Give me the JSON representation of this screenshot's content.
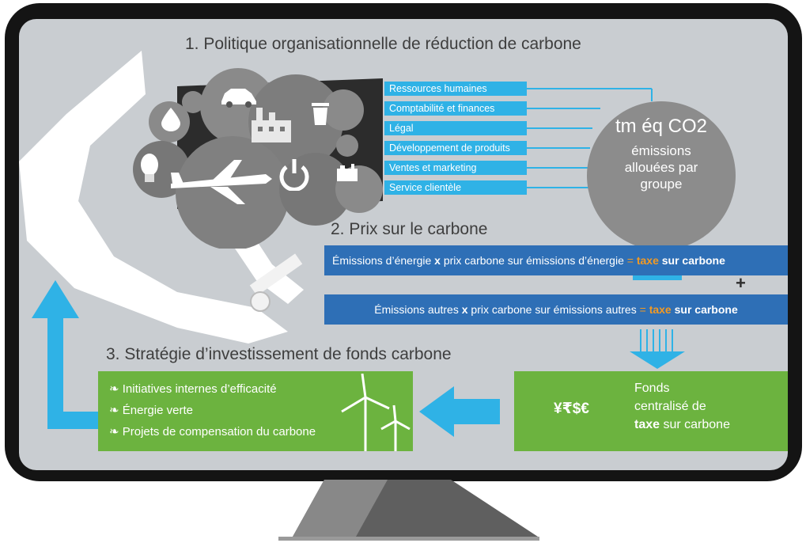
{
  "headings": {
    "policy": "1. Politique organisationnelle de réduction de carbone",
    "price": "2. Prix sur le carbone",
    "strategy": "3. Stratégie d’investissement de fonds carbone"
  },
  "groups": [
    "Ressources humaines",
    "Comptabilité et finances",
    "Légal",
    "Développement de produits",
    "Ventes et marketing",
    "Service clientèle"
  ],
  "emissions_circle": {
    "line1": "tm éq CO2",
    "line2": "émissions",
    "line3": "allouées par",
    "line4": "groupe"
  },
  "formula_energy": {
    "lhs1": "Émissions d’énergie ",
    "x": "x",
    "lhs2": " prix carbone sur émissions d’énergie ",
    "eq": "= ",
    "taxe": "taxe",
    "rhs": " sur carbone"
  },
  "plus": "+",
  "formula_other": {
    "lhs1": "Émissions autres ",
    "x": "x",
    "lhs2": " prix carbone sur émissions autres ",
    "eq": "= ",
    "taxe": "taxe",
    "rhs": " sur carbone"
  },
  "strategy_items": [
    "Initiatives internes d’efficacité",
    "Énergie verte",
    "Projets de compensation du carbone"
  ],
  "fund": {
    "symbols": "¥₹$€",
    "line1": "Fonds",
    "line2": "centralisé de",
    "line3_bold": "taxe",
    "line3_rest": " sur carbone"
  },
  "colors": {
    "bezel": "#141414",
    "screen": "#c9cdd1",
    "cyan": "#2fb2e6",
    "blue": "#2e6fb6",
    "green": "#6cb33f",
    "orange": "#f39a23",
    "grey_circle": "#8c8c8c"
  },
  "icons": [
    "clamp-icon",
    "car-icon",
    "drop-icon",
    "factory-icon",
    "trash-icon",
    "bulb-icon",
    "airplane-icon",
    "power-icon",
    "battery-icon",
    "wind-turbine-icon",
    "leaf-icon"
  ]
}
